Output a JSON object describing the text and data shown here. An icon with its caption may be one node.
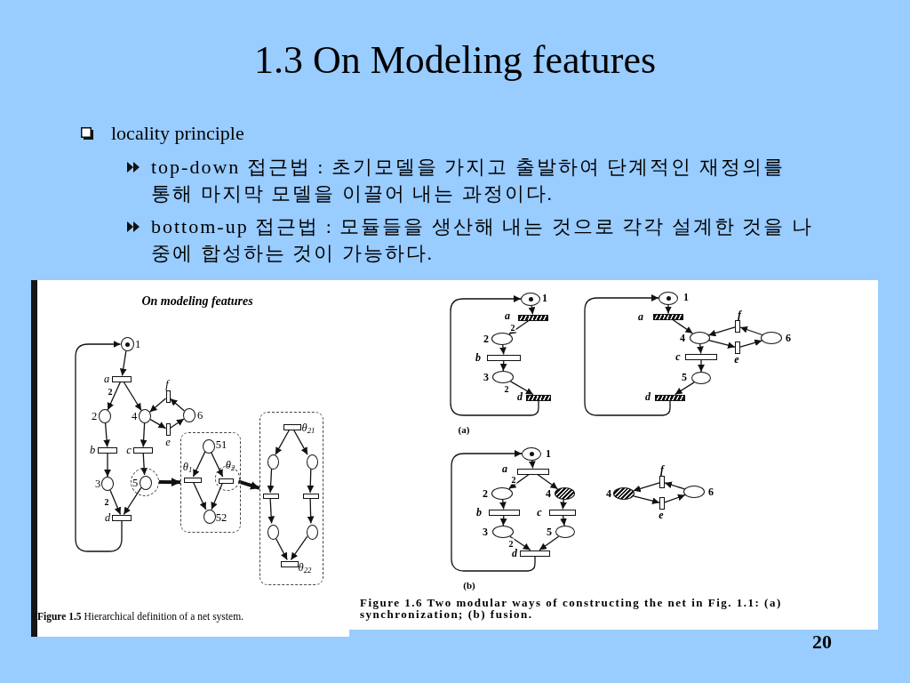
{
  "diagram": {
    "title": "1.3 On Modeling features",
    "nodes": [
      {
        "text": [],
        "shape": "circle",
        "beside": [
          "1"
        ]
      },
      {
        "text": [],
        "shape": "bar",
        "beside": [
          "a"
        ]
      },
      {
        "text": [],
        "shape": "circle",
        "beside": [
          "2"
        ]
      },
      {
        "text": [],
        "shape": "circle",
        "beside": [
          "4"
        ]
      },
      {
        "text": [],
        "shape": "bar",
        "beside": [
          "f"
        ]
      },
      {
        "text": [],
        "shape": "bar",
        "beside": [
          "e"
        ]
      },
      {
        "text": [],
        "shape": "circle",
        "beside": [
          "6"
        ]
      },
      {
        "text": [],
        "shape": "bar",
        "beside": [
          "b"
        ]
      },
      {
        "text": [],
        "shape": "bar",
        "beside": [
          "c"
        ]
      },
      {
        "text": [],
        "shape": "circle",
        "beside": [
          "3"
        ]
      },
      {
        "text": [],
        "shape": "circle"
      },
      {
        "text": [],
        "shape": "circle",
        "beside": [
          "5"
        ],
        "in": 10
      },
      {
        "text": [],
        "shape": "bar",
        "beside": [
          "d"
        ]
      },
      {
        "text": [],
        "shape": "box"
      },
      {
        "text": [],
        "shape": "circle",
        "beside": [
          "51"
        ],
        "in": 13
      },
      {
        "text": [],
        "shape": "bar",
        "beside": [
          "θ$_{1}$"
        ],
        "in": 13
      },
      {
        "text": [],
        "shape": "circle",
        "in": 13
      },
      {
        "text": [],
        "shape": "bar",
        "beside": [
          "θ$_{2}$"
        ],
        "in": 16
      },
      {
        "text": [],
        "shape": "circle",
        "beside": [
          "52"
        ],
        "in": 13
      },
      {
        "text": [],
        "shape": "box"
      },
      {
        "text": [],
        "shape": "bar",
        "beside": [
          "θ$_{21}$"
        ],
        "in": 19
      },
      {
        "text": [],
        "shape": "circle",
        "in": 19
      },
      {
        "text": [],
        "shape": "circle",
        "in": 19
      },
      {
        "text": [],
        "shape": "bar",
        "in": 19
      },
      {
        "text": [],
        "shape": "bar",
        "in": 19
      },
      {
        "text": [],
        "shape": "circle",
        "in": 19
      },
      {
        "text": [],
        "shape": "circle",
        "in": 19
      },
      {
        "text": [],
        "shape": "bar",
        "beside": [
          "θ$_{22}$"
        ],
        "in": 19
      },
      {
        "text": [],
        "shape": "circle",
        "beside": [
          "1"
        ]
      },
      {
        "text": [],
        "shape": "bar",
        "beside": [
          "a"
        ]
      },
      {
        "text": [],
        "shape": "circle",
        "beside": [
          "2"
        ]
      },
      {
        "text": [],
        "shape": "bar",
        "beside": [
          "b"
        ]
      },
      {
        "text": [],
        "shape": "circle",
        "beside": [
          "3"
        ]
      },
      {
        "text": [],
        "shape": "bar",
        "beside": [
          "d"
        ]
      },
      {
        "text": [],
        "shape": "circle",
        "beside": [
          "1"
        ]
      },
      {
        "text": [],
        "shape": "bar",
        "beside": [
          "a"
        ]
      },
      {
        "text": [],
        "shape": "circle",
        "beside": [
          "4"
        ]
      },
      {
        "text": [],
        "shape": "bar",
        "beside": [
          "f"
        ]
      },
      {
        "text": [],
        "shape": "bar",
        "beside": [
          "e"
        ]
      },
      {
        "text": [],
        "shape": "circle",
        "beside": [
          "6"
        ]
      },
      {
        "text": [],
        "shape": "bar",
        "beside": [
          "c"
        ]
      },
      {
        "text": [],
        "shape": "circle",
        "beside": [
          "5"
        ]
      },
      {
        "text": [],
        "shape": "bar",
        "beside": [
          "d"
        ]
      },
      {
        "text": [],
        "shape": "circle",
        "beside": [
          "1"
        ]
      },
      {
        "text": [],
        "shape": "bar",
        "beside": [
          "a"
        ]
      },
      {
        "text": [],
        "shape": "circle",
        "beside": [
          "2"
        ]
      },
      {
        "text": [],
        "shape": "circle",
        "beside": [
          "4"
        ]
      },
      {
        "text": [],
        "shape": "bar",
        "beside": [
          "b"
        ]
      },
      {
        "text": [],
        "shape": "bar",
        "beside": [
          "c"
        ]
      },
      {
        "text": [],
        "shape": "circle",
        "beside": [
          "3"
        ]
      },
      {
        "text": [],
        "shape": "circle",
        "beside": [
          "5"
        ]
      },
      {
        "text": [],
        "shape": "bar",
        "beside": [
          "d"
        ]
      },
      {
        "text": [],
        "shape": "circle",
        "beside": [
          "4"
        ]
      },
      {
        "text": [],
        "shape": "bar",
        "beside": [
          "f"
        ]
      },
      {
        "text": [],
        "shape": "bar",
        "beside": [
          "e"
        ]
      },
      {
        "text": [],
        "shape": "circle",
        "beside": [
          "6"
        ]
      }
    ],
    "edges": [
      {
        "from": 0,
        "to": 1,
        "arrow": "to"
      },
      {
        "from": 1,
        "to": 2,
        "arrow": "to",
        "label": "2"
      },
      {
        "from": 1,
        "to": 3,
        "arrow": "to"
      },
      {
        "from": 3,
        "to": 5,
        "arrow": "to"
      },
      {
        "from": 5,
        "to": 6,
        "arrow": "to"
      },
      {
        "from": 6,
        "to": 4,
        "arrow": "to"
      },
      {
        "from": 4,
        "to": 3,
        "arrow": "to"
      },
      {
        "from": 2,
        "to": 7,
        "arrow": "to"
      },
      {
        "from": 7,
        "to": 9,
        "arrow": "to"
      },
      {
        "from": 3,
        "to": 8,
        "arrow": "to"
      },
      {
        "from": 8,
        "to": 11,
        "arrow": "to"
      },
      {
        "from": 9,
        "to": 12,
        "arrow": "to",
        "label": "2"
      },
      {
        "from": 11,
        "to": 12,
        "arrow": "to"
      },
      {
        "from": 12,
        "to": 0,
        "arrow": "to"
      },
      {
        "from": 10,
        "to": 13,
        "arrow": "to",
        "style": "thick"
      },
      {
        "from": 14,
        "to": 15,
        "arrow": "to"
      },
      {
        "from": 14,
        "to": 17,
        "arrow": "to"
      },
      {
        "from": 15,
        "to": 18,
        "arrow": "to"
      },
      {
        "from": 17,
        "to": 18,
        "arrow": "to"
      },
      {
        "from": 16,
        "to": 19,
        "arrow": "to",
        "style": "thick"
      },
      {
        "from": 20,
        "to": 21,
        "arrow": "to"
      },
      {
        "from": 20,
        "to": 22,
        "arrow": "to"
      },
      {
        "from": 21,
        "to": 23,
        "arrow": "to"
      },
      {
        "from": 22,
        "to": 24,
        "arrow": "to"
      },
      {
        "from": 23,
        "to": 25,
        "arrow": "to"
      },
      {
        "from": 24,
        "to": 26,
        "arrow": "to"
      },
      {
        "from": 25,
        "to": 27,
        "arrow": "to"
      },
      {
        "from": 26,
        "to": 27,
        "arrow": "to"
      },
      {
        "from": 28,
        "to": 29,
        "arrow": "to"
      },
      {
        "from": 29,
        "to": 30,
        "arrow": "to",
        "label": "2"
      },
      {
        "from": 30,
        "to": 31,
        "arrow": "to"
      },
      {
        "from": 31,
        "to": 32,
        "arrow": "to"
      },
      {
        "from": 32,
        "to": 33,
        "arrow": "to",
        "label": "2"
      },
      {
        "from": 33,
        "to": 28,
        "arrow": "to"
      },
      {
        "from": 34,
        "to": 35,
        "arrow": "to"
      },
      {
        "from": 35,
        "to": 36,
        "arrow": "to"
      },
      {
        "from": 36,
        "to": 38,
        "arrow": "to"
      },
      {
        "from": 38,
        "to": 39,
        "arrow": "to"
      },
      {
        "from": 39,
        "to": 37,
        "arrow": "to"
      },
      {
        "from": 37,
        "to": 36,
        "arrow": "to"
      },
      {
        "from": 36,
        "to": 40,
        "arrow": "to"
      },
      {
        "from": 40,
        "to": 41,
        "arrow": "to"
      },
      {
        "from": 41,
        "to": 42,
        "arrow": "to"
      },
      {
        "from": 42,
        "to": 34,
        "arrow": "to"
      },
      {
        "from": 43,
        "to": 44,
        "arrow": "to"
      },
      {
        "from": 44,
        "to": 45,
        "arrow": "to",
        "label": "2"
      },
      {
        "from": 44,
        "to": 46,
        "arrow": "to"
      },
      {
        "from": 45,
        "to": 47,
        "arrow": "to"
      },
      {
        "from": 46,
        "to": 48,
        "arrow": "to"
      },
      {
        "from": 47,
        "to": 49,
        "arrow": "to"
      },
      {
        "from": 48,
        "to": 50,
        "arrow": "to"
      },
      {
        "from": 49,
        "to": 51,
        "arrow": "to",
        "label": "2"
      },
      {
        "from": 50,
        "to": 51,
        "arrow": "to"
      },
      {
        "from": 51,
        "to": 43,
        "arrow": "to"
      },
      {
        "from": 52,
        "to": 54,
        "arrow": "to"
      },
      {
        "from": 54,
        "to": 55,
        "arrow": "to"
      },
      {
        "from": 55,
        "to": 53,
        "arrow": "to"
      },
      {
        "from": 53,
        "to": 52,
        "arrow": "to"
      }
    ],
    "labels": [
      "locality principle",
      "top-down 접근법 : 초기모델을 가지고 출발하여 단계적인 재정의를 통해 마지막 모델을 이끌어 내는 과정이다.",
      "bottom-up 접근법 : 모듈들을 생산해 내는 것으로 각각 설계한 것을 나중에 합성하는 것이 가능하다.",
      "On modeling features",
      "**Figure 1.5** Hierarchical definition of a net system.",
      "(a)",
      "(b)",
      "Figure 1.6 Two modular ways of constructing the net in Fig. 1.1: (a) synchronization; (b) fusion.",
      "20"
    ]
  }
}
